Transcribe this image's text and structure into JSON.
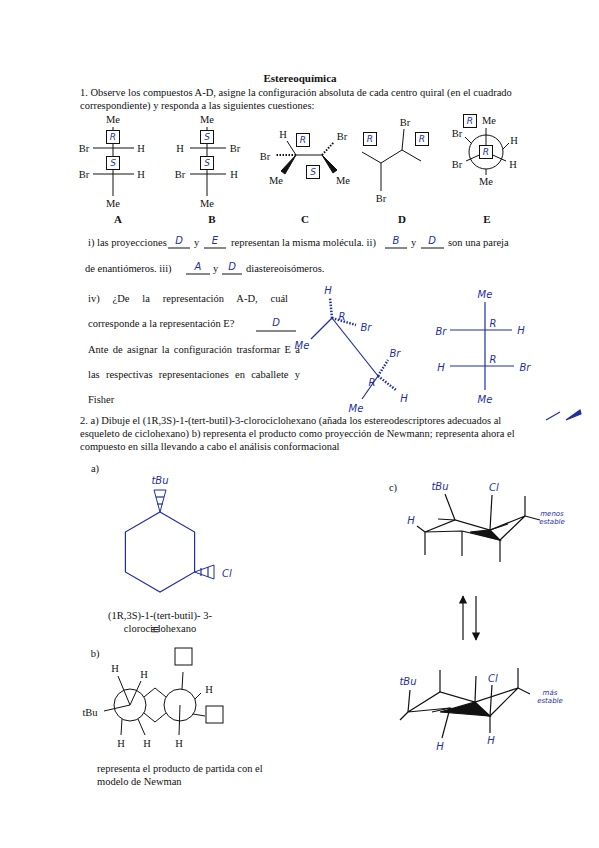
{
  "diagram": {
    "title": "Estereoquímica",
    "nodes": [
      {
        "text": [
          "R"
        ]
      },
      {
        "text": [
          "S"
        ]
      },
      {
        "text": [
          "S"
        ]
      },
      {
        "text": [
          "S"
        ]
      },
      {
        "text": [
          "R"
        ]
      },
      {
        "text": [
          "S"
        ]
      },
      {
        "text": [
          "R"
        ]
      },
      {
        "text": [
          "R"
        ]
      },
      {
        "text": [
          "R"
        ]
      },
      {
        "text": [
          "R"
        ]
      }
    ],
    "labels": [
      "1. Observe los compuestos A-D, asigne la configuración absoluta de cada centro quiral (en el cuadrado correspondiente) y responda a las siguientes cuestiones:",
      "Me",
      "Br",
      "H",
      "Br",
      "H",
      "Me",
      "A",
      "Me",
      "H",
      "Br",
      "Br",
      "H",
      "Me",
      "B",
      "H",
      "Br",
      "Me",
      "Br",
      "Me",
      "C",
      "Br",
      "Br",
      "D",
      "Me",
      "Br",
      "H",
      "Br",
      "H",
      "Me",
      "E",
      "i) las proyecciones",
      "D",
      "y",
      "E",
      "representan la misma molécula. ii)",
      "B",
      "y",
      "D",
      "son una pareja",
      "de enantiómeros. iii)",
      "A",
      "y",
      "D",
      "diastereoisómeros.",
      "iv) ¿De la representación A-D, cuál corresponde a la representación E?",
      "D",
      "Ante de asignar la configuración trasformar E a las respectivas representaciones en caballete y Fisher",
      "H",
      "R",
      "Br",
      "Me",
      "Br",
      "R",
      "H",
      "Me",
      "Me",
      "Br",
      "R",
      "H",
      "H",
      "R",
      "Br",
      "Me",
      "2. a) Dibuje el (1R,3S)-1-(tert-butil)-3-clorociclohexano (añada los estereodescriptores adecuados al esqueleto de ciclohexano) b) representa el producto como proyección de Newmann; representa ahora el compuesto en silla llevando a cabo el análisis conformacional",
      "a)",
      "tBu",
      "Cl",
      "(1R,3S)-1-(tert-butil)- 3-clorociclohexano",
      "c)",
      "tBu",
      "Cl",
      "H",
      "menos estable",
      "tBu",
      "Cl",
      "H",
      "H",
      "más estable",
      "b)",
      "≡",
      "H",
      "H",
      "tBu",
      "H",
      "H",
      "H",
      "H",
      "representa el producto de partida con el modelo de Newman"
    ]
  }
}
